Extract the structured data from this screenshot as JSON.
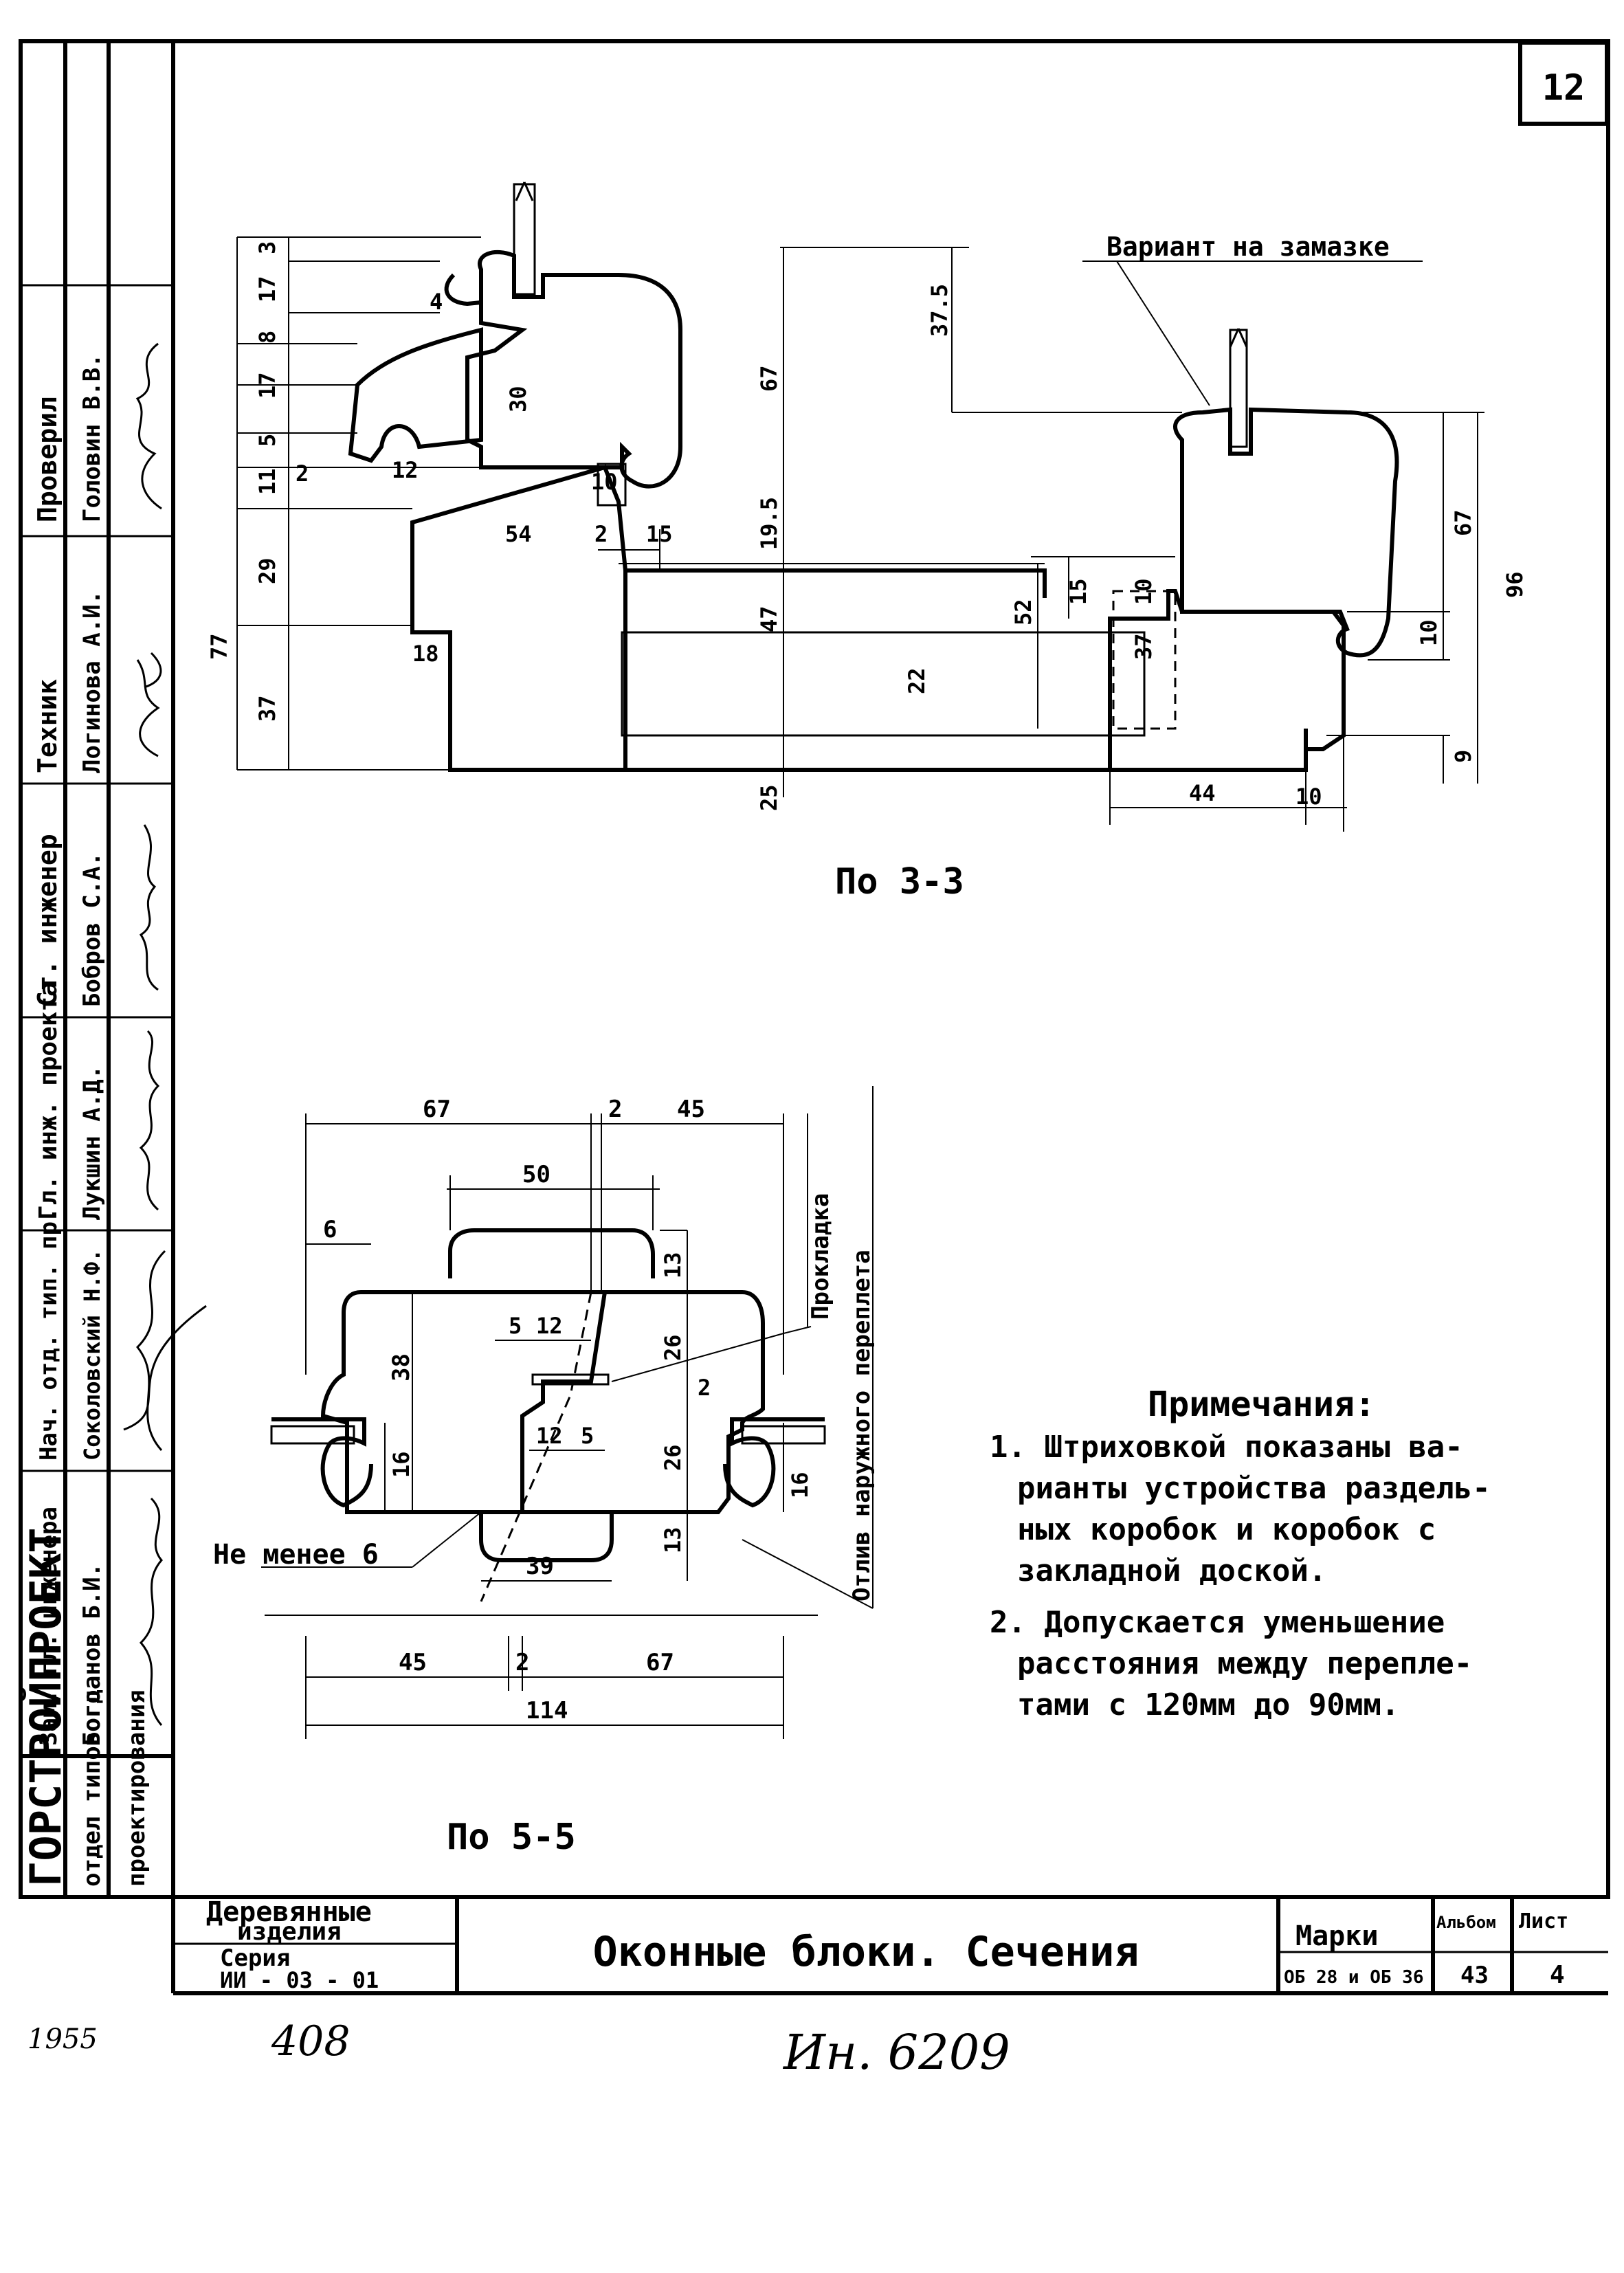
{
  "sheet_number": "12",
  "sections": {
    "s33": {
      "caption": "По 3-3",
      "variant_note": "Вариант на замазке",
      "dims": {
        "d3": "3",
        "d4": "4",
        "d17a": "17",
        "d8": "8",
        "d17b": "17",
        "d5": "5",
        "d11": "11",
        "d2a": "2",
        "d12": "12",
        "d30": "30",
        "d10a": "10",
        "d29": "29",
        "d77": "77",
        "d37": "37",
        "d54": "54",
        "d2b": "2",
        "d15a": "15",
        "d18": "18",
        "d67a": "67",
        "d19_5": "19.5",
        "d47": "47",
        "d37_5": "37.5",
        "d52": "52",
        "d15b": "15",
        "d10b": "10",
        "d37b": "37",
        "d22": "22",
        "d67b": "67",
        "d96": "96",
        "d10c": "10",
        "d9": "9",
        "d25": "25",
        "d44": "44",
        "d10d": "10"
      }
    },
    "s55": {
      "caption": "По 5-5",
      "label_gasket": "Прокладка",
      "label_drip": "Отлив наружного переплета",
      "label_min": "Не менее 6",
      "dims": {
        "d67a": "67",
        "d2a": "2",
        "d45a": "45",
        "d50": "50",
        "d6": "6",
        "d13a": "13",
        "d38": "38",
        "d5a": "5",
        "d12a": "12",
        "d26a": "26",
        "d2b": "2",
        "d12b": "12",
        "d5b": "5",
        "d26b": "26",
        "d16a": "16",
        "d16b": "16",
        "d13b": "13",
        "d39": "39",
        "d45b": "45",
        "d2c": "2",
        "d67b": "67",
        "d114": "114"
      }
    }
  },
  "notes": {
    "heading": "Примечания:",
    "lines": [
      "1. Штриховкой показаны ва-",
      "рианты устройства раздель-",
      "ных коробок и коробок с",
      "закладной доской.",
      "2. Допускается уменьшение",
      "расстояния между перепле-",
      "тами с 120мм до 90мм."
    ]
  },
  "stamp": {
    "col1": {
      "role": "Проверил",
      "name": "Головин В.В."
    },
    "col2": {
      "role": "Техник",
      "name": "Логинова А.И."
    },
    "col3": {
      "role": "Ст. инженер",
      "name": "Бобров С.А."
    },
    "col4": {
      "role": "Гл. инж. проекта",
      "name": "Лукшин А.Д."
    },
    "col5": {
      "role": "Нач. отд. тип. пр.",
      "name": "Соколовский Н.Ф."
    },
    "col6": {
      "role": "Зам. гл. инженера",
      "name": "Богданов Б.И."
    },
    "org_line1": "ГОРСТРОЙПРОЕКТ",
    "org_line2": "отдел типового",
    "org_line3": "проектирования"
  },
  "title_block": {
    "category_line1": "Деревянные",
    "category_line2": "изделия",
    "series_label": "Серия",
    "series_value": "ИИ - 03 - 01",
    "title": "Оконные блоки. Сечения",
    "marks_label": "Марки",
    "marks_value": "ОБ 28 и ОБ 36",
    "album_label": "Альбом",
    "album_value": "43",
    "sheet_label": "Лист",
    "sheet_value": "4"
  },
  "handwritten": {
    "bottom_left": "1955",
    "bottom_left2": "408",
    "inventory": "Ин. 6209"
  }
}
